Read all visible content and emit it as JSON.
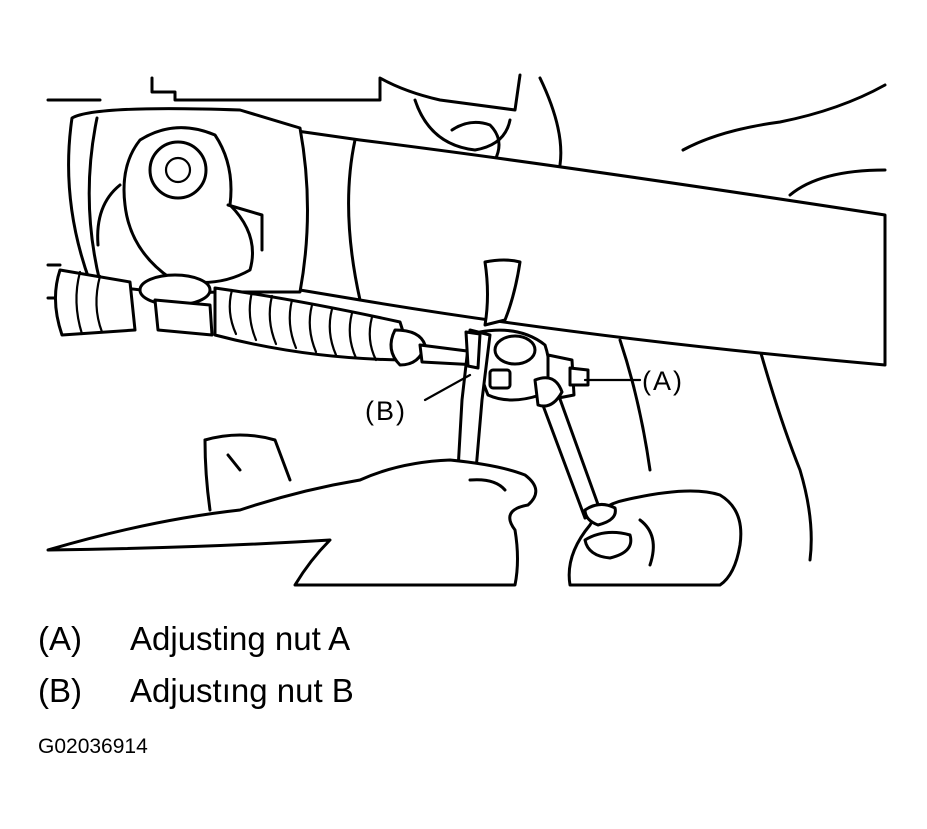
{
  "figure": {
    "callouts": {
      "a": "(A)",
      "b": "(B)"
    },
    "legend": [
      {
        "key": "(A)",
        "text": "Adjusting nut A"
      },
      {
        "key": "(B)",
        "text": "Adjustıng nut B"
      }
    ],
    "code": "G02036914"
  }
}
